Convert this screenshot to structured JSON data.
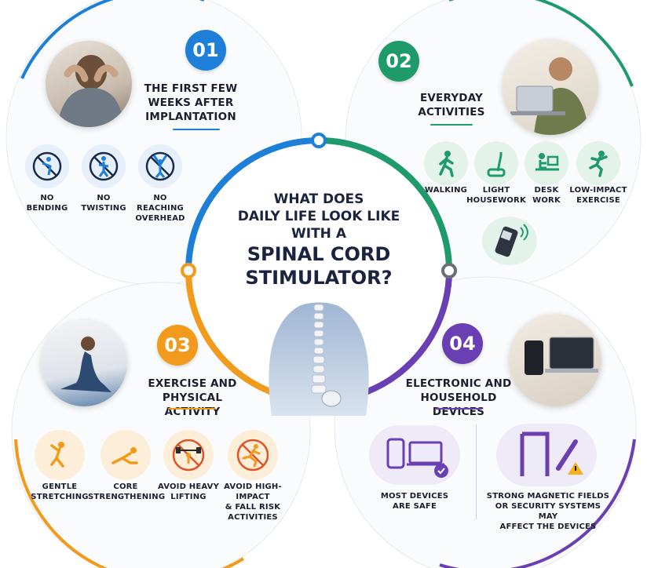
{
  "center": {
    "line1": "WHAT DOES",
    "line2": "DAILY LIFE LOOK LIKE",
    "line3": "WITH A",
    "line4": "SPINAL CORD",
    "line5": "STIMULATOR?"
  },
  "sections": [
    {
      "number": "01",
      "title_line1": "THE FIRST FEW",
      "title_line2": "WEEKS AFTER",
      "title_line3": "IMPLANTATION",
      "color": "#1e7fd8",
      "items": [
        {
          "line1": "NO",
          "line2": "BENDING",
          "icon": "no-bending-icon"
        },
        {
          "line1": "NO",
          "line2": "TWISTING",
          "icon": "no-twisting-icon"
        },
        {
          "line1": "NO",
          "line2": "REACHING",
          "line3": "OVERHEAD",
          "icon": "no-reaching-overhead-icon"
        }
      ]
    },
    {
      "number": "02",
      "title_line1": "EVERYDAY",
      "title_line2": "ACTIVITIES",
      "color": "#1f9a6a",
      "items": [
        {
          "line1": "WALKING",
          "icon": "walking-icon"
        },
        {
          "line1": "LIGHT",
          "line2": "HOUSEWORK",
          "icon": "vacuum-icon"
        },
        {
          "line1": "DESK",
          "line2": "WORK",
          "icon": "desk-work-icon"
        },
        {
          "line1": "LOW-IMPACT",
          "line2": "EXERCISE",
          "icon": "low-impact-exercise-icon"
        }
      ]
    },
    {
      "number": "03",
      "title_line1": "EXERCISE AND",
      "title_line2": "PHYSICAL ACTIVITY",
      "color": "#f29a1c",
      "items": [
        {
          "line1": "GENTLE",
          "line2": "STRETCHING",
          "icon": "stretching-icon"
        },
        {
          "line1": "CORE",
          "line2": "STRENGTHENING",
          "icon": "core-strengthening-icon"
        },
        {
          "line1": "AVOID HEAVY",
          "line2": "LIFTING",
          "icon": "no-heavy-lifting-icon"
        },
        {
          "line1": "AVOID HIGH-IMPACT",
          "line2": "& FALL RISK",
          "line3": "ACTIVITIES",
          "icon": "no-high-impact-icon"
        }
      ]
    },
    {
      "number": "04",
      "title_line1": "ELECTRONIC AND",
      "title_line2": "HOUSEHOLD DEVICES",
      "color": "#6a3fb3",
      "items": [
        {
          "line1": "MOST DEVICES",
          "line2": "ARE SAFE",
          "icon": "devices-safe-icon"
        },
        {
          "line1": "STRONG MAGNETIC FIELDS",
          "line2": "OR SECURITY SYSTEMS MAY",
          "line3": "AFFECT THE DEVICES",
          "icon": "security-warning-icon"
        }
      ]
    }
  ],
  "colors": {
    "blue": "#1e7fd8",
    "green": "#1f9a6a",
    "orange": "#f29a1c",
    "purple": "#6a3fb3",
    "dark_text": "#1a1f2e"
  }
}
